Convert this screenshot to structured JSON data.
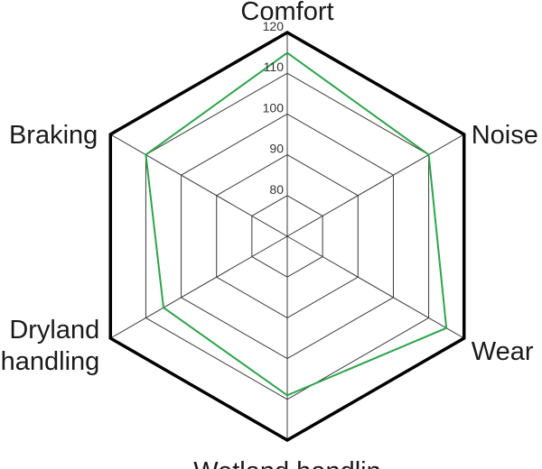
{
  "chart_data": {
    "type": "radar",
    "axes": [
      "Comfort",
      "Noise",
      "Wear",
      "Wetland handlin",
      "Dryland handling",
      "Braking"
    ],
    "rlim": [
      70,
      120
    ],
    "ticks": [
      80,
      90,
      100,
      110,
      120
    ],
    "grid": true,
    "series": [
      {
        "values": [
          115,
          110,
          115,
          109,
          105,
          110
        ],
        "color": "#2ca44a"
      }
    ],
    "outline_color": "#000000",
    "grid_color": "#3a3a3a"
  }
}
